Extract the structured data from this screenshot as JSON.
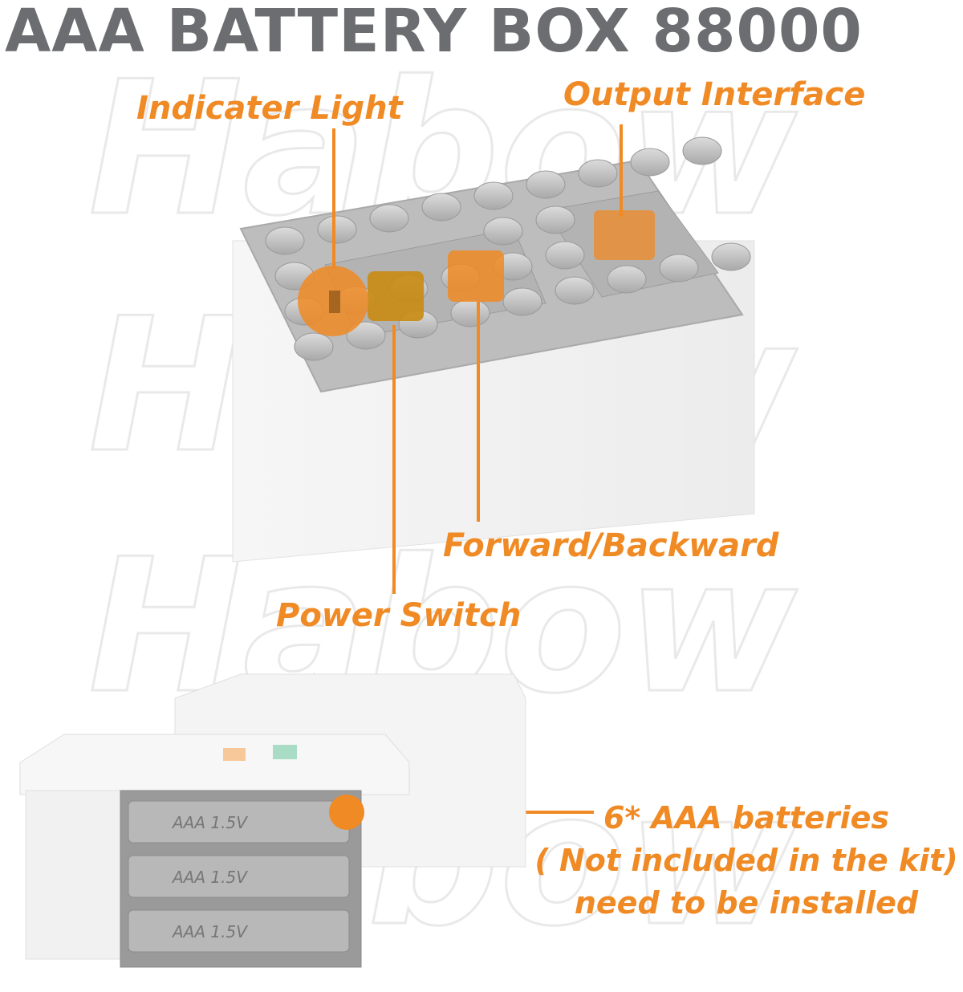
{
  "title": "AAA BATTERY BOX 88000",
  "watermark": "Habow",
  "accent_color": "#f08a24",
  "title_color": "#6b6d70",
  "callouts": {
    "indicator_light": "Indicater Light",
    "output_interface": "Output Interface",
    "forward_backward": "Forward/Backward",
    "power_switch": "Power Switch",
    "batteries_line1": "6* AAA batteries",
    "batteries_line2": "( Not included in the kit)",
    "batteries_line3": "need to be installed"
  },
  "battery_label": "AAA",
  "battery_voltage": "1.5V"
}
